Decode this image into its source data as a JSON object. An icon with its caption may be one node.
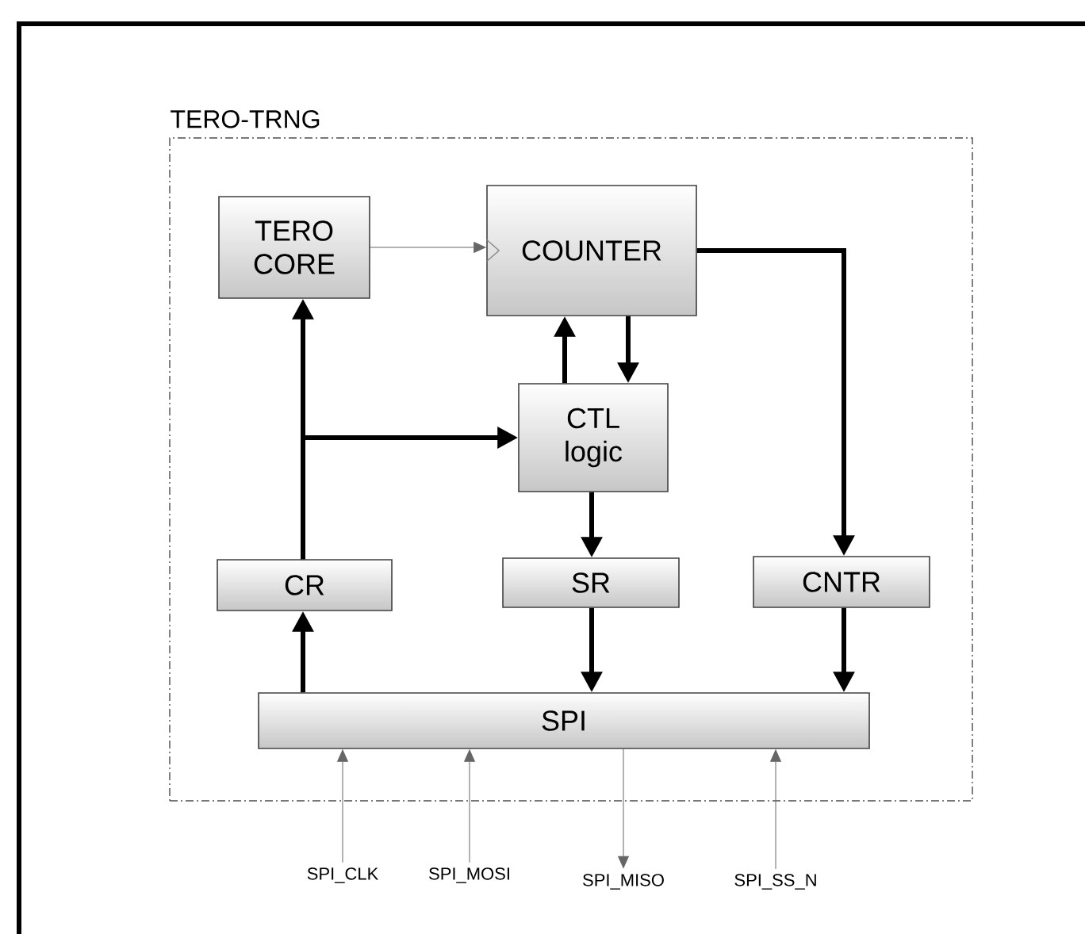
{
  "diagram": {
    "nodes": [
      {
        "text": [
          "TERO-TRNG"
        ]
      },
      {
        "text": [
          "TERO CORE"
        ],
        "in": 0
      },
      {
        "text": [
          "COUNTER"
        ],
        "in": 0
      },
      {
        "text": [
          "CTL logic"
        ],
        "in": 0
      },
      {
        "text": [
          "CR"
        ],
        "in": 0
      },
      {
        "text": [
          "SR"
        ],
        "in": 0
      },
      {
        "text": [
          "CNTR"
        ],
        "in": 0
      },
      {
        "text": [
          "SPI"
        ],
        "in": 0
      },
      {
        "text": [
          "SPI_CLK"
        ]
      },
      {
        "text": [
          "SPI_MOSI"
        ]
      },
      {
        "text": [
          "SPI_MISO"
        ]
      },
      {
        "text": [
          "SPI_SS_N"
        ]
      }
    ],
    "edges": [
      {
        "from": 1,
        "to": 2,
        "arrow": "to",
        "color": "#666666"
      },
      {
        "from": 4,
        "to": 1,
        "arrow": "to"
      },
      {
        "from": 4,
        "to": 3,
        "arrow": "to"
      },
      {
        "from": 3,
        "to": 2,
        "arrow": "to"
      },
      {
        "from": 2,
        "to": 3,
        "arrow": "to"
      },
      {
        "from": 3,
        "to": 5,
        "arrow": "to"
      },
      {
        "from": 5,
        "to": 7,
        "arrow": "to"
      },
      {
        "from": 2,
        "to": 6,
        "arrow": "to"
      },
      {
        "from": 6,
        "to": 7,
        "arrow": "to"
      },
      {
        "from": 7,
        "to": 4,
        "arrow": "to"
      },
      {
        "from": 8,
        "to": 7,
        "arrow": "to",
        "color": "#666666"
      },
      {
        "from": 9,
        "to": 7,
        "arrow": "to",
        "color": "#666666"
      },
      {
        "from": 7,
        "to": 10,
        "arrow": "to",
        "color": "#666666"
      },
      {
        "from": 11,
        "to": 7,
        "arrow": "to",
        "color": "#666666"
      }
    ]
  }
}
